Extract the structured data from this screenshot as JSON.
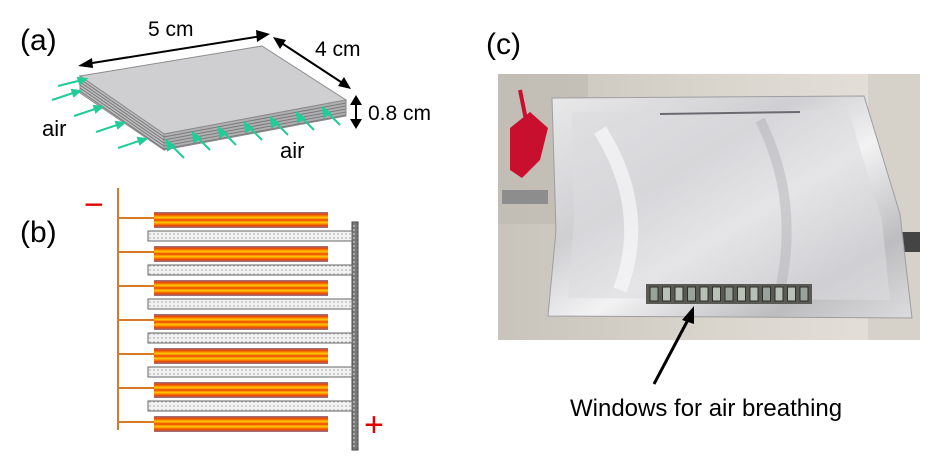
{
  "panels": {
    "a": "(a)",
    "b": "(b)",
    "c": "(c)"
  },
  "dimensions": {
    "length": "5 cm",
    "width": "4 cm",
    "thickness": "0.8 cm"
  },
  "air_labels": [
    "air",
    "air"
  ],
  "polarity": {
    "negative": "−",
    "positive": "+"
  },
  "photo_caption": "Windows for air breathing",
  "colors": {
    "airflow": "#22cc99",
    "electrode_lead": "#d97a2a",
    "electrode_core": "#ffcc00",
    "electrode_edge": "#ee4400",
    "electrode_casing": "#8a7a99",
    "collector": "#555555",
    "sign": "#e00000"
  }
}
